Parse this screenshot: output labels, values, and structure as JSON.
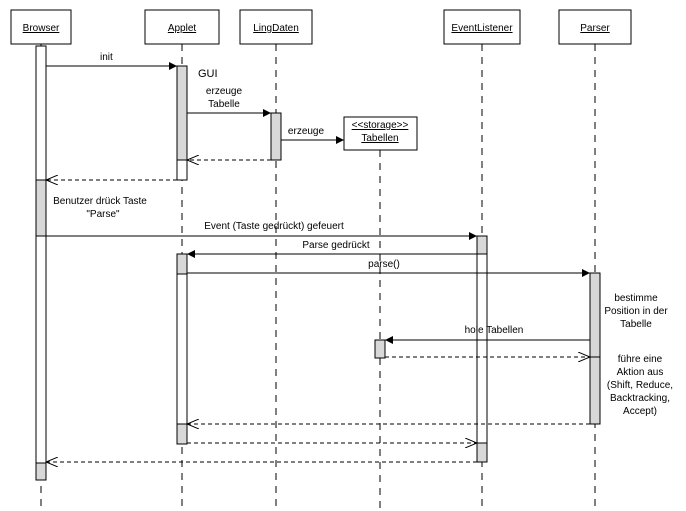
{
  "participants": [
    {
      "id": "browser",
      "label": "Browser"
    },
    {
      "id": "applet",
      "label": "Applet"
    },
    {
      "id": "lingdaten",
      "label": "LingDaten"
    },
    {
      "id": "eventlistener",
      "label": "EventListener"
    },
    {
      "id": "parser",
      "label": "Parser"
    }
  ],
  "storage": {
    "stereotype": "<<storage>>",
    "name": "Tabellen"
  },
  "notes": {
    "gui": "GUI",
    "benutzer_line1": "Benutzer drück Taste",
    "benutzer_line2": "\"Parse\"",
    "bestimme_line1": "bestimme",
    "bestimme_line2": "Position in der",
    "bestimme_line3": "Tabelle",
    "fuehre_line1": "führe eine",
    "fuehre_line2": "Aktion aus",
    "fuehre_line3": "(Shift, Reduce,",
    "fuehre_line4": "Backtracking,",
    "fuehre_line5": "Accept)"
  },
  "messages": {
    "init": "init",
    "erzeuge_tabelle_line1": "erzeuge",
    "erzeuge_tabelle_line2": "Tabelle",
    "erzeuge": "erzeuge",
    "event": "Event (Taste gedrückt) gefeuert",
    "parse_gedrueckt": "Parse gedrückt",
    "parse_call": "parse()",
    "hole_tabellen": "hole Tabellen"
  },
  "colors": {
    "line": "#000000",
    "activation_fill": "#d8d8d8",
    "box_fill": "#ffffff"
  }
}
